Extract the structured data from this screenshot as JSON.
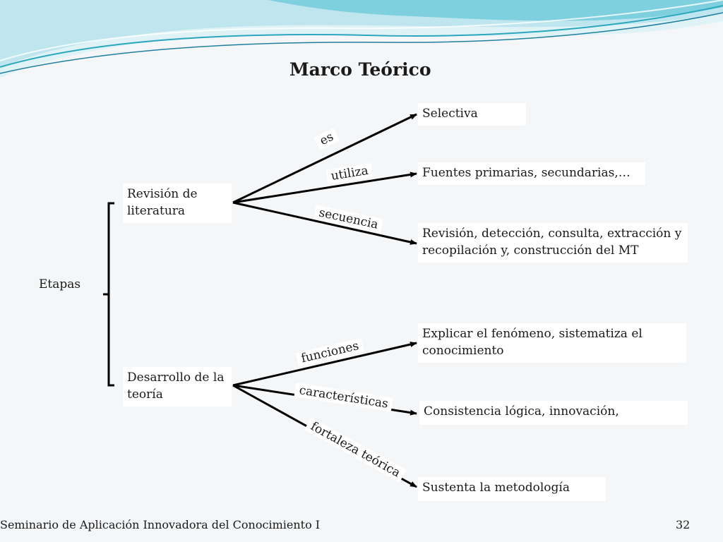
{
  "slide": {
    "title": "Marco Teórico",
    "footer": "Seminario de Aplicación Innovadora del Conocimiento I",
    "page_number": "32"
  },
  "root": {
    "label": "Etapas"
  },
  "branches": [
    {
      "label_line1": "Revisión de",
      "label_line2": "literatura",
      "edges": [
        {
          "label": "es",
          "target": "Selectiva"
        },
        {
          "label": "utiliza",
          "target": "Fuentes primarias, secundarias,…"
        },
        {
          "label": "secuencia",
          "target_line1": "Revisión, detección, consulta, extracción y",
          "target_line2": "recopilación y, construcción del MT"
        }
      ]
    },
    {
      "label_line1": "Desarrollo de la",
      "label_line2": "teoría",
      "edges": [
        {
          "label": "funciones",
          "target_line1": "Explicar el fenómeno, sistematiza el",
          "target_line2": "conocimiento"
        },
        {
          "label": "características",
          "target": "Consistencia lógica, innovación,"
        },
        {
          "label": "fortaleza teórica",
          "target": "Sustenta la metodología"
        }
      ]
    }
  ],
  "colors": {
    "wave_light": "#bfe6ee",
    "wave_teal": "#2aa7bf",
    "wave_dark": "#1f7fa0",
    "arrow": "#000000"
  }
}
